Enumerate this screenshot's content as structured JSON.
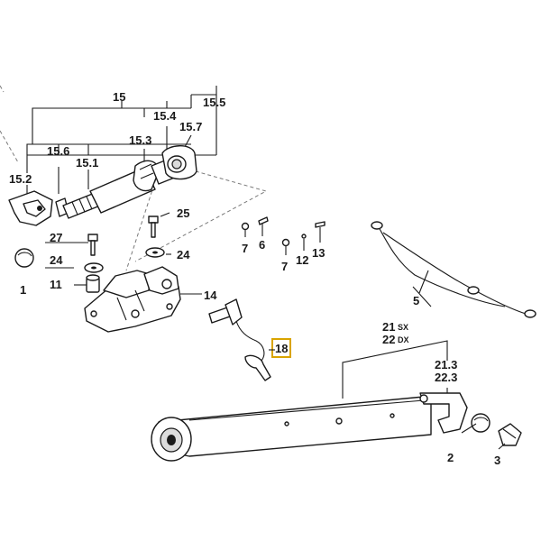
{
  "diagram": {
    "highlight_color": "#d9a400",
    "labels": {
      "l15": "15",
      "l15_2": "15.2",
      "l15_6": "15.6",
      "l15_1": "15.1",
      "l15_3": "15.3",
      "l15_4": "15.4",
      "l15_5": "15.5",
      "l15_7": "15.7",
      "l25": "25",
      "l27": "27",
      "l24a": "24",
      "l24b": "24",
      "l1": "1",
      "l11": "11",
      "l14": "14",
      "l7a": "7",
      "l6": "6",
      "l7b": "7",
      "l12": "12",
      "l13": "13",
      "l5": "5",
      "l18": "18",
      "l21": "21",
      "l21_sub": "SX",
      "l22": "22",
      "l22_sub": "DX",
      "l21_3": "21.3",
      "l22_3": "22.3",
      "l2": "2",
      "l3": "3"
    }
  }
}
